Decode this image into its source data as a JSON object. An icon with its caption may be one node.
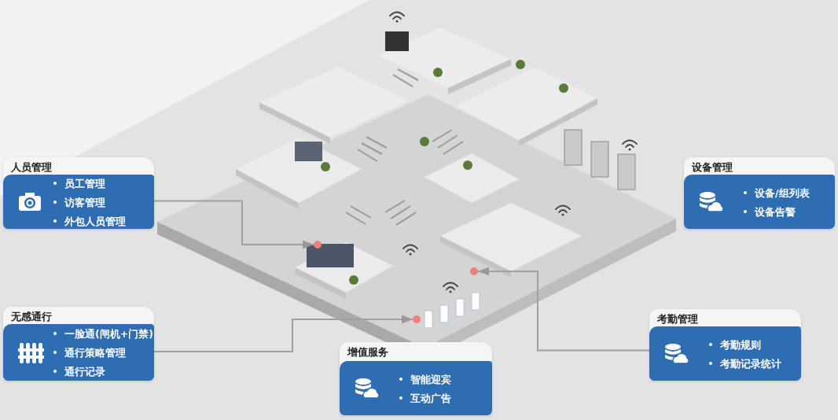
{
  "diagram": {
    "nodes": [
      {
        "text": [
          "人员管理",
          "员工管理",
          "访客管理",
          "外包人员管理"
        ]
      },
      {
        "text": [
          "设备管理",
          "设备/组列表",
          "设备告警"
        ]
      },
      {
        "text": [
          "无感通行",
          "一脸通(闸机+门禁)",
          "通行策略管理",
          "通行记录"
        ]
      },
      {
        "text": [
          "增值服务",
          "智能迎宾",
          "互动广告"
        ]
      },
      {
        "text": [
          "考勤管理",
          "考勤规则",
          "考勤记录统计"
        ]
      },
      {
        "text": [],
        "shape": "circle"
      },
      {
        "text": [],
        "shape": "circle"
      },
      {
        "text": [],
        "shape": "circle"
      }
    ],
    "edges": [
      {
        "from": 0,
        "to": 5,
        "arrow": "to"
      },
      {
        "from": 2,
        "to": 7,
        "arrow": "to"
      },
      {
        "from": 4,
        "to": 6,
        "arrow": "to"
      }
    ]
  }
}
